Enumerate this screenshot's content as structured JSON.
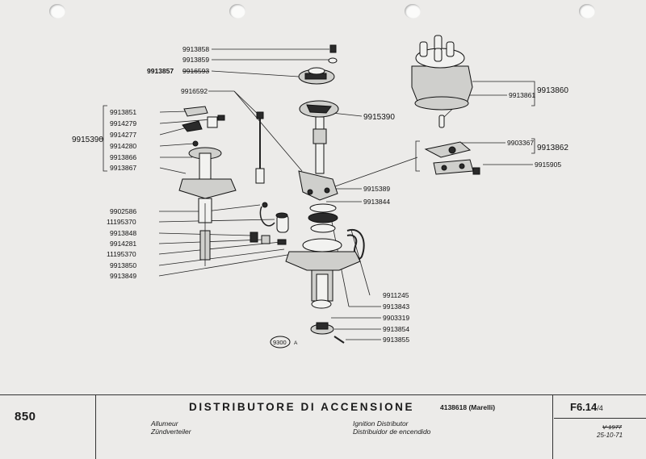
{
  "parts": {
    "p9913858": "9913858",
    "p9913859": "9913859",
    "p9913857": "9913857",
    "p9916593": "9916593",
    "p9916592": "9916592",
    "p9913851": "9913851",
    "p9914279": "9914279",
    "p9914277": "9914277",
    "p9914280": "9914280",
    "p9913866": "9913866",
    "p9913867": "9913867",
    "p9915390_left": "9915390",
    "p9915390_center": "9915390",
    "p9902586": "9902586",
    "p11195370_a": "11195370",
    "p9913848": "9913848",
    "p9914281": "9914281",
    "p11195370_b": "11195370",
    "p9913850": "9913850",
    "p9913849": "9913849",
    "p9913860": "9913860",
    "p9913861": "9913861",
    "p9903367": "9903367",
    "p9913862": "9913862",
    "p9915905": "9915905",
    "p9915389": "9915389",
    "p9913844": "9913844",
    "p9911245": "9911245",
    "p9913843": "9913843",
    "p9903319": "9903319",
    "p9913854": "9913854",
    "p9913855": "9913855"
  },
  "figure_stamp": {
    "number": "9300",
    "letter": "A"
  },
  "footer": {
    "model": "850",
    "title": "DISTRIBUTORE DI ACCENSIONE",
    "code": "4138618  (Marelli)",
    "fr": "Allumeur",
    "de": "Zündverteiler",
    "en": "Ignition Distributor",
    "es": "Distribuidor de encendido",
    "sheet": "F6.14",
    "sheet_sub": "/4",
    "date_old": "V-1977",
    "date_new": "25-10-71"
  }
}
